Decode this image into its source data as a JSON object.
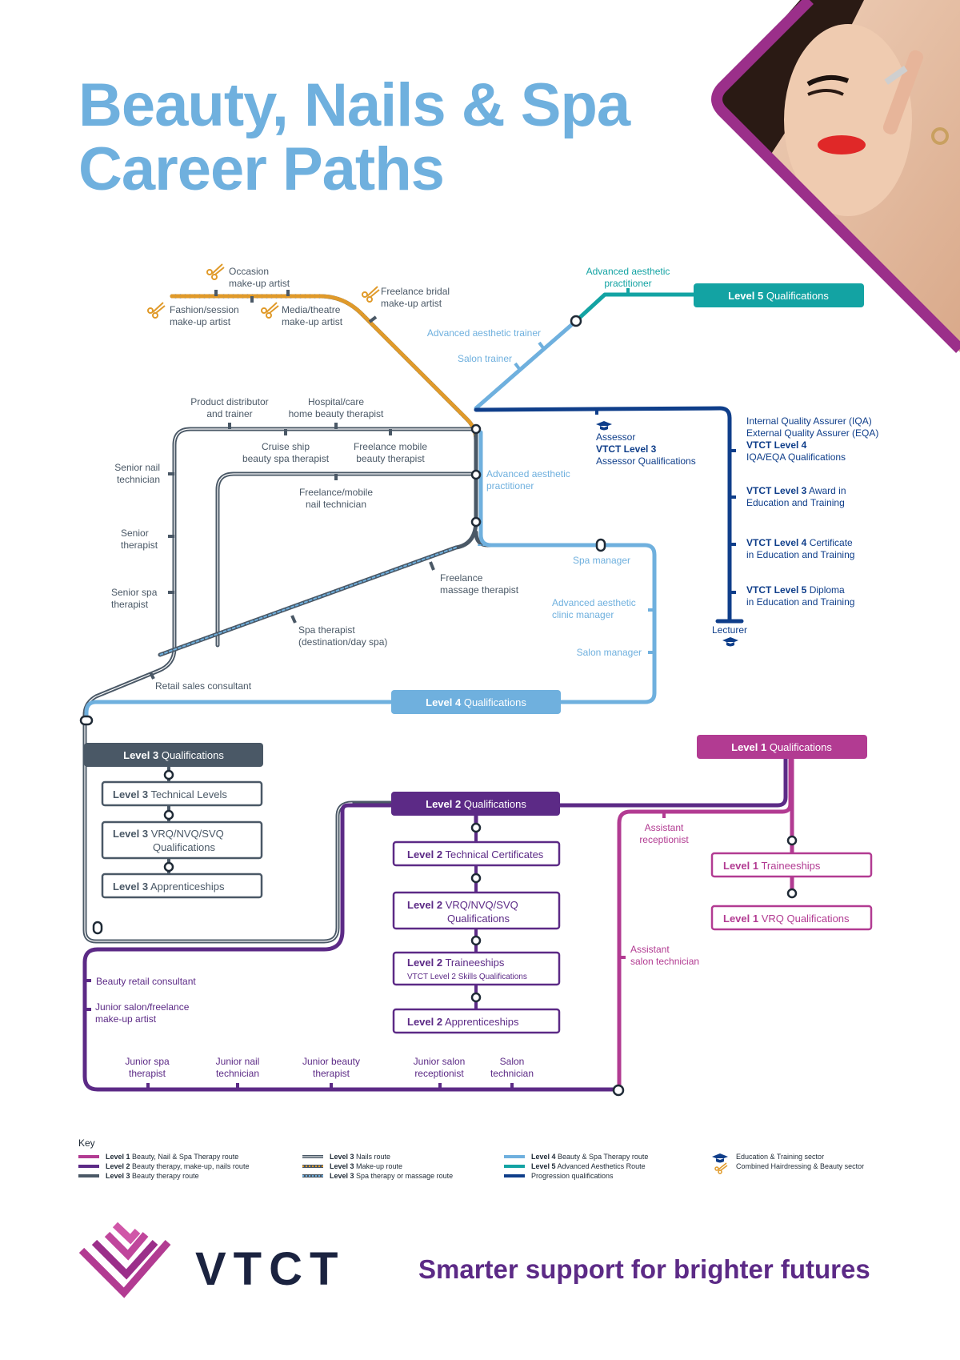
{
  "title": {
    "line1": "Beauty, Nails & Spa",
    "line2": "Career Paths"
  },
  "brand": {
    "name": "VTCT",
    "tagline": "Smarter support for brighter futures"
  },
  "colors": {
    "title": "#6fb0de",
    "level1": "#b23b92",
    "level2": "#5c2a86",
    "level3": "#4a5866",
    "level4": "#6fb0de",
    "level5": "#13a3a3",
    "progression": "#0f3e8a",
    "makeup_orange": "#e09a2a",
    "purple_brand": "#5c2a86"
  },
  "icons": [
    "scissors-comb-icon",
    "mortarboard-icon",
    "vtct-logo-icon"
  ],
  "routes": {
    "makeup": [
      {
        "text1": "Occasion",
        "text2": "make-up artist"
      },
      {
        "text1": "Fashion/session",
        "text2": "make-up artist"
      },
      {
        "text1": "Media/theatre",
        "text2": "make-up artist"
      },
      {
        "text1": "Freelance bridal",
        "text2": "make-up artist"
      }
    ],
    "aesthetics": [
      {
        "text1": "Advanced aesthetic",
        "text2": "practitioner"
      },
      {
        "text1": "Advanced aesthetic trainer",
        "text2": ""
      },
      {
        "text1": "Salon trainer",
        "text2": ""
      }
    ],
    "level3_route": [
      {
        "text1": "Product distributor",
        "text2": "and trainer"
      },
      {
        "text1": "Hospital/care",
        "text2": "home beauty therapist"
      },
      {
        "text1": "Cruise ship",
        "text2": "beauty spa therapist"
      },
      {
        "text1": "Freelance mobile",
        "text2": "beauty therapist"
      },
      {
        "text1": "Senior nail",
        "text2": "technician"
      },
      {
        "text1": "Senior",
        "text2": "therapist"
      },
      {
        "text1": "Senior spa",
        "text2": "therapist"
      },
      {
        "text1": "Freelance/mobile",
        "text2": "nail technician"
      },
      {
        "text1": "Advanced aesthetic",
        "text2": "practitioner"
      },
      {
        "text1": "Freelance",
        "text2": "massage therapist"
      },
      {
        "text1": "Spa therapist",
        "text2": "(destination/day spa)"
      },
      {
        "text1": "Retail sales consultant",
        "text2": ""
      }
    ],
    "level4_route": [
      {
        "text1": "Spa manager",
        "text2": ""
      },
      {
        "text1": "Advanced aesthetic",
        "text2": "clinic manager"
      },
      {
        "text1": "Salon manager",
        "text2": ""
      }
    ],
    "level2_route": [
      {
        "text1": "Beauty retail consultant",
        "text2": ""
      },
      {
        "text1": "Junior salon/freelance",
        "text2": "make-up artist"
      },
      {
        "text1": "Junior spa",
        "text2": "therapist"
      },
      {
        "text1": "Junior nail",
        "text2": "technician"
      },
      {
        "text1": "Junior beauty",
        "text2": "therapist"
      },
      {
        "text1": "Junior salon",
        "text2": "receptionist"
      },
      {
        "text1": "Salon",
        "text2": "technician"
      }
    ],
    "level1_route": [
      {
        "text1": "Assistant",
        "text2": "receptionist"
      },
      {
        "text1": "Assistant",
        "text2": "salon technician"
      }
    ]
  },
  "progression": {
    "assessor": {
      "line1": "Assessor",
      "line2": "VTCT Level 3",
      "line3": "Assessor Qualifications"
    },
    "iqa": {
      "line1": "Internal Quality Assurer (IQA)",
      "line2": "External Quality Assurer (EQA)",
      "line3": "VTCT Level 4",
      "line4": "IQA/EQA Qualifications"
    },
    "award": {
      "line1a": "VTCT Level 3",
      "line1b": " Award in",
      "line2": "Education and Training"
    },
    "certificate": {
      "line1a": "VTCT Level 4",
      "line1b": " Certificate",
      "line2": "in Education and Training"
    },
    "diploma": {
      "line1a": "VTCT Level 5",
      "line1b": " Diploma",
      "line2": "in Education and Training"
    },
    "lecturer": "Lecturer"
  },
  "boxes": {
    "level5": {
      "a": "Level 5",
      "b": " Qualifications"
    },
    "level4": {
      "a": "Level 4",
      "b": " Qualifications"
    },
    "level3": {
      "a": "Level 3",
      "b": " Qualifications"
    },
    "level2": {
      "a": "Level 2",
      "b": " Qualifications"
    },
    "level1": {
      "a": "Level 1",
      "b": " Qualifications"
    },
    "l3_technical": {
      "a": "Level 3",
      "b": " Technical Levels"
    },
    "l3_vrq": {
      "a": "Level 3",
      "b": " VRQ/NVQ/SVQ",
      "c": "Qualifications"
    },
    "l3_app": {
      "a": "Level 3",
      "b": " Apprenticeships"
    },
    "l2_technical": {
      "a": "Level 2",
      "b": " Technical Certificates"
    },
    "l2_vrq": {
      "a": "Level 2",
      "b": " VRQ/NVQ/SVQ",
      "c": "Qualifications"
    },
    "l2_trainee": {
      "a": "Level 2",
      "b": " Traineeships",
      "c": "VTCT Level 2 Skills Qualifications"
    },
    "l2_app": {
      "a": "Level 2",
      "b": " Apprenticeships"
    },
    "l1_trainee": {
      "a": "Level 1",
      "b": " Traineeships"
    },
    "l1_vrq": {
      "a": "Level 1",
      "b": " VRQ Qualifications"
    }
  },
  "key": {
    "heading": "Key",
    "col1": [
      {
        "bold": "Level 1",
        "text": " Beauty, Nail & Spa Therapy route"
      },
      {
        "bold": "Level 2",
        "text": " Beauty therapy, make-up, nails route"
      },
      {
        "bold": "Level 3",
        "text": " Beauty therapy route"
      }
    ],
    "col2": [
      {
        "bold": "Level 3",
        "text": " Nails route"
      },
      {
        "bold": "Level 3",
        "text": " Make-up route"
      },
      {
        "bold": "Level 3",
        "text": " Spa therapy or massage route"
      }
    ],
    "col3": [
      {
        "bold": "Level 4",
        "text": " Beauty & Spa Therapy route"
      },
      {
        "bold": "Level 5",
        "text": " Advanced Aesthetics Route"
      },
      {
        "bold": "",
        "text": "Progression qualifications"
      }
    ],
    "col4": [
      {
        "bold": "",
        "text": "Education & Training sector"
      },
      {
        "bold": "",
        "text": "Combined Hairdressing & Beauty sector"
      }
    ]
  }
}
